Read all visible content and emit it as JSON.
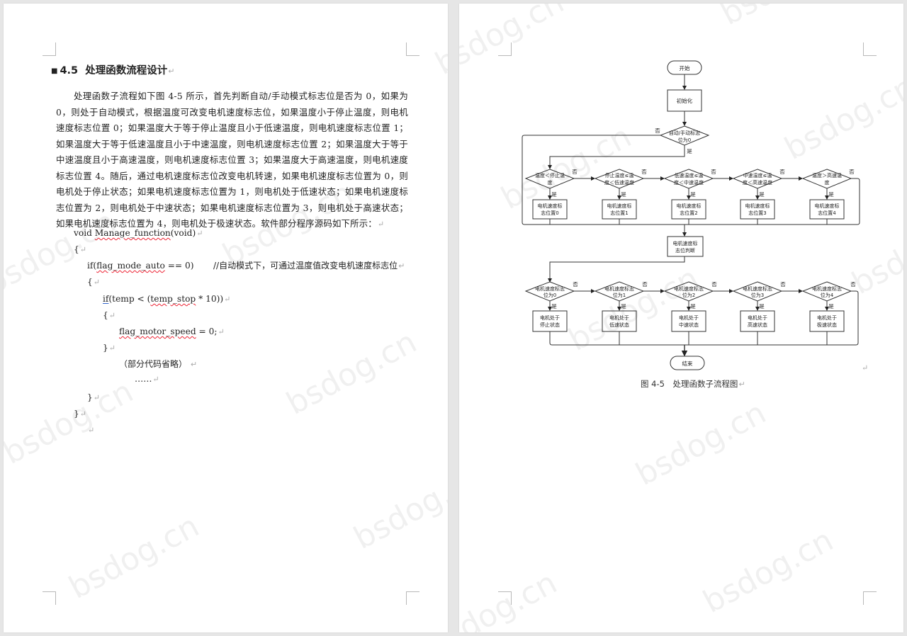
{
  "page1": {
    "heading": {
      "number": "4.5",
      "title": "处理函数流程设计"
    },
    "paragraph": "处理函数子流程如下图 4-5 所示，首先判断自动/手动模式标志位是否为 0，如果为 0，则处于自动模式，根据温度可改变电机速度标志位，如果温度小于停止温度，则电机速度标志位置 0；如果温度大于等于停止温度且小于低速温度，则电机速度标志位置 1；如果温度大于等于低速温度且小于中速温度，则电机速度标志位置 2；如果温度大于等于中速温度且小于高速温度，则电机速度标志位置 3；如果温度大于高速温度，则电机速度标志位置 4。随后，通过电机速度标志位改变电机转速，如果电机速度标志位置为 0，则电机处于停止状态；如果电机速度标志位置为 1，则电机处于低速状态；如果电机速度标志位置为 2，则电机处于中速状态；如果电机速度标志位置为 3，则电机处于高速状态；如果电机速度标志位置为 4，则电机处于极速状态。软件部分程序源码如下所示：",
    "code": {
      "func_void": "void ",
      "func_name": "Manage_function",
      "func_args": "(void)",
      "open1": "{",
      "if1_pre": "if(",
      "if1_var": "flag_mode_auto",
      "if1_post": " == 0)",
      "if1_comment": "//自动模式下，可通过温度值改变电机速度标志位",
      "open2": "{",
      "if2_kw": "if",
      "if2_mid": "(temp < (",
      "if2_var": "temp_stop",
      "if2_post": " * 10))",
      "open3": "{",
      "assign_var": "flag_motor_speed",
      "assign_post": " = 0;",
      "close3": "}",
      "omitted": "（部分代码省略）",
      "ellipsis": "……",
      "close2": "}",
      "close1": "}"
    },
    "paragraph_mark": "↵"
  },
  "page2": {
    "caption": "图 4-5　处理函数子流程图",
    "paragraph_mark": "↵"
  },
  "flowchart": {
    "start": "开始",
    "init": "初始化",
    "mode_check": [
      "自动/手动标志",
      "位为0"
    ],
    "yes": "是",
    "no": "否",
    "temp_decisions": [
      [
        "温度＜停止温",
        "度"
      ],
      [
        "停止温度≤温",
        "度＜低速温度"
      ],
      [
        "低速温度≤温",
        "度＜中速温度"
      ],
      [
        "中速温度≤温",
        "度＜高速温度"
      ],
      [
        "温度＞高速温",
        "度"
      ]
    ],
    "temp_actions": [
      [
        "电机速度标",
        "志位置0"
      ],
      [
        "电机速度标",
        "志位置1"
      ],
      [
        "电机速度标",
        "志位置2"
      ],
      [
        "电机速度标",
        "志位置3"
      ],
      [
        "电机速度标",
        "志位置4"
      ]
    ],
    "flag_judge": [
      "电机速度标",
      "志位判断"
    ],
    "speed_decisions": [
      [
        "电机速度标志",
        "位为0"
      ],
      [
        "电机速度标志",
        "位为1"
      ],
      [
        "电机速度标志",
        "位为2"
      ],
      [
        "电机速度标志",
        "位为3"
      ],
      [
        "电机速度标志",
        "位为4"
      ]
    ],
    "speed_actions": [
      [
        "电机处于",
        "停止状态"
      ],
      [
        "电机处于",
        "低速状态"
      ],
      [
        "电机处于",
        "中速状态"
      ],
      [
        "电机处于",
        "高速状态"
      ],
      [
        "电机处于",
        "极速状态"
      ]
    ],
    "end": "结束"
  },
  "watermark": "bsdog.cn"
}
